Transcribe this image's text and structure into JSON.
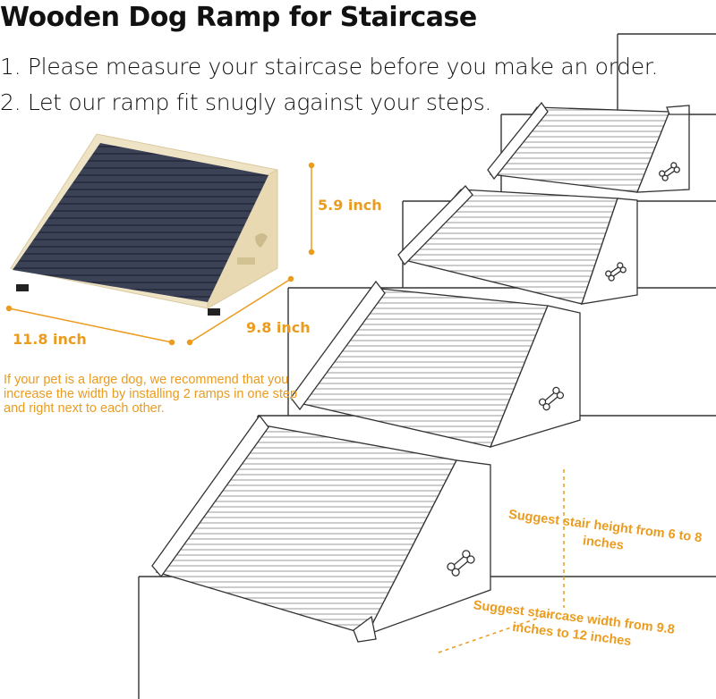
{
  "title": "Wooden Dog Ramp for Staircase",
  "notes": [
    "1. Please measure your staircase before you make an order.",
    "2. Let our ramp fit snugly against your steps."
  ],
  "dimensions": {
    "height": "5.9 inch",
    "length": "11.8 inch",
    "width": "9.8 inch"
  },
  "tip": "If your pet is a large dog, we recommend that you increase the width by installing 2 ramps in one step and right next to each other.",
  "suggestions": {
    "stair_height": "Suggest stair height from 6 to 8 inches",
    "staircase_width": "Suggest staircase width from 9.8 inches to 12 inches"
  },
  "colors": {
    "accent": "#eb9b1d",
    "carpet": "#3b4256",
    "wood": "#efe3c5"
  }
}
